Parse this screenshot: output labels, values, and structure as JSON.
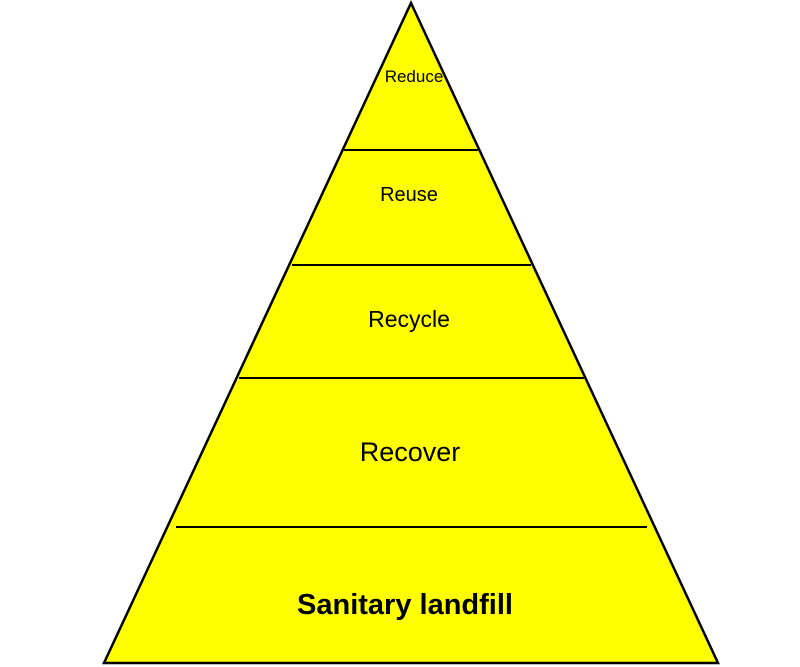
{
  "pyramid": {
    "fill_color": "#ffff00",
    "stroke_color": "#000000",
    "tiers": [
      {
        "label": "Reduce",
        "bold": false
      },
      {
        "label": "Reuse",
        "bold": false
      },
      {
        "label": "Recycle",
        "bold": false
      },
      {
        "label": "Recover",
        "bold": false
      },
      {
        "label": "Sanitary landfill",
        "bold": true
      }
    ]
  }
}
